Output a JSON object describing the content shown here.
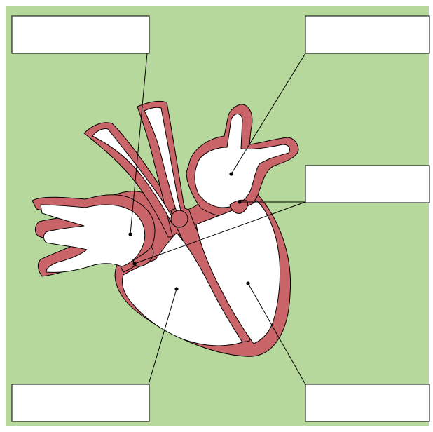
{
  "diagram": {
    "colors": {
      "background": "#b7d89c",
      "tissue": "#c96469",
      "chamber": "#ffffff",
      "outline": "#000000"
    },
    "labels": [
      {
        "id": "top-left",
        "text": ""
      },
      {
        "id": "top-right",
        "text": ""
      },
      {
        "id": "middle-right",
        "text": ""
      },
      {
        "id": "bottom-left",
        "text": ""
      },
      {
        "id": "bottom-right",
        "text": ""
      }
    ]
  }
}
